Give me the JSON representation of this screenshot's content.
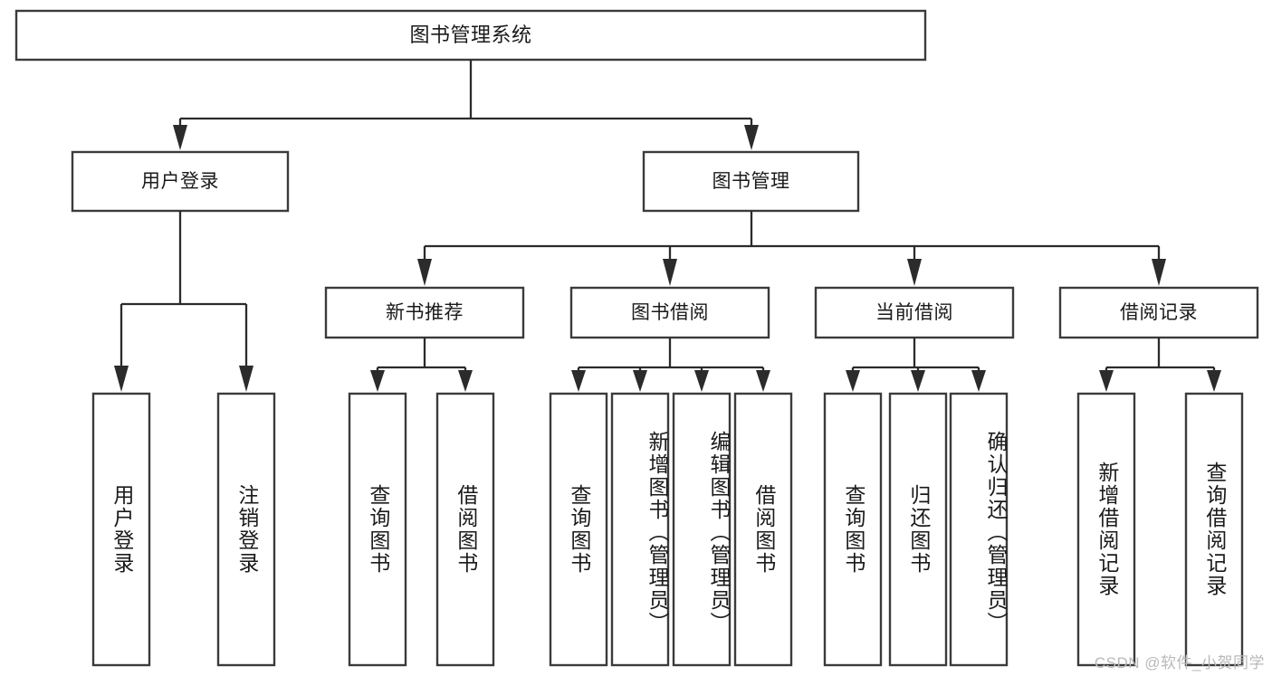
{
  "diagram": {
    "type": "tree-hierarchy",
    "orientation": "top-down",
    "root": {
      "label": "图书管理系统"
    },
    "level2": [
      {
        "label": "用户登录"
      },
      {
        "label": "图书管理"
      }
    ],
    "level3": [
      {
        "label": "新书推荐"
      },
      {
        "label": "图书借阅"
      },
      {
        "label": "当前借阅"
      },
      {
        "label": "借阅记录"
      }
    ],
    "leaves": [
      {
        "label": "用户登录",
        "parent": "用户登录"
      },
      {
        "label": "注销登录",
        "parent": "用户登录"
      },
      {
        "label": "查询图书",
        "parent": "新书推荐"
      },
      {
        "label": "借阅图书",
        "parent": "新书推荐"
      },
      {
        "label": "查询图书",
        "parent": "图书借阅"
      },
      {
        "label": "新增图书（管理员）",
        "parent": "图书借阅"
      },
      {
        "label": "编辑图书（管理员）",
        "parent": "图书借阅"
      },
      {
        "label": "借阅图书",
        "parent": "图书借阅"
      },
      {
        "label": "查询图书",
        "parent": "当前借阅"
      },
      {
        "label": "归还图书",
        "parent": "当前借阅"
      },
      {
        "label": "确认归还（管理员）",
        "parent": "当前借阅"
      },
      {
        "label": "新增借阅记录",
        "parent": "借阅记录"
      },
      {
        "label": "查询借阅记录",
        "parent": "借阅记录"
      }
    ],
    "colors": {
      "box_stroke": "#3b3b3b",
      "connector": "#2b2b2b",
      "background": "#ffffff",
      "text": "#1a1a1a",
      "watermark": "#b9b9b9"
    }
  },
  "watermark": {
    "text": "CSDN @软件_小贺同学"
  }
}
